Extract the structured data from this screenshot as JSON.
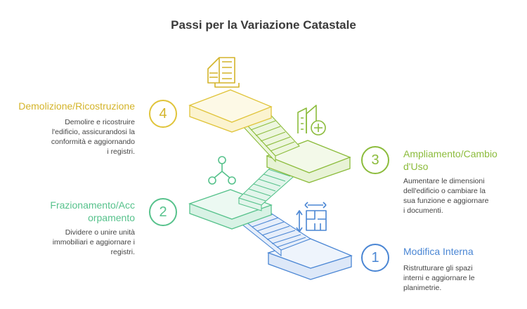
{
  "title": "Passi per la Variazione Catastale",
  "colors": {
    "blue": "#4a86d4",
    "green": "#57c28c",
    "olive": "#8cbc3c",
    "yellow": "#e0c43a"
  },
  "steps": [
    {
      "number": "1",
      "title": "Modifica Interna",
      "description": [
        "Ristrutturare gli spazi",
        "interni e aggiornare le",
        "planimetrie."
      ],
      "icon": "floor-plan-icon",
      "color": "#4a86d4"
    },
    {
      "number": "2",
      "title": [
        "Frazionamento/Acc",
        "orpamento"
      ],
      "description": [
        "Dividere o unire unità",
        "immobiliari e aggiornare i",
        "registri."
      ],
      "icon": "split-merge-icon",
      "color": "#57c28c"
    },
    {
      "number": "3",
      "title": [
        "Ampliamento/Cambio",
        "d'Uso"
      ],
      "description": [
        "Aumentare le dimensioni",
        "dell'edificio o cambiare la",
        "sua funzione e aggiornare",
        "i documenti."
      ],
      "icon": "building-add-icon",
      "color": "#8cbc3c"
    },
    {
      "number": "4",
      "title": "Demolizione/Ricostruzione",
      "description": [
        "Demolire e ricostruire",
        "l'edificio, assicurandosi la",
        "conformità e aggiornando",
        "i registri."
      ],
      "icon": "house-construction-icon",
      "color": "#e0c43a"
    }
  ]
}
